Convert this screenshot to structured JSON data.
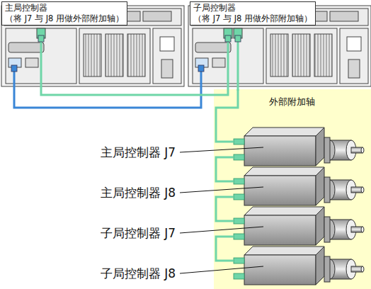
{
  "diagram": {
    "nodes": [
      {
        "text": [
          "主局控制器",
          "（将 J7 与 J8 用做外部附加轴）"
        ]
      },
      {
        "text": [
          "子局控制器",
          "（将 J7 与 J8 用做外部附加轴）"
        ]
      },
      {
        "text": [
          "外部附加轴"
        ]
      }
    ],
    "edges": [
      {
        "from": 0,
        "to": 1,
        "arrow": "none"
      },
      {
        "from": 0,
        "to": 1,
        "arrow": "none"
      },
      {
        "from": 1,
        "to": 2,
        "arrow": "none"
      }
    ],
    "labels": [
      "主局控制器 J7",
      "主局控制器 J8",
      "子局控制器 J7",
      "子局控制器 J8"
    ]
  }
}
